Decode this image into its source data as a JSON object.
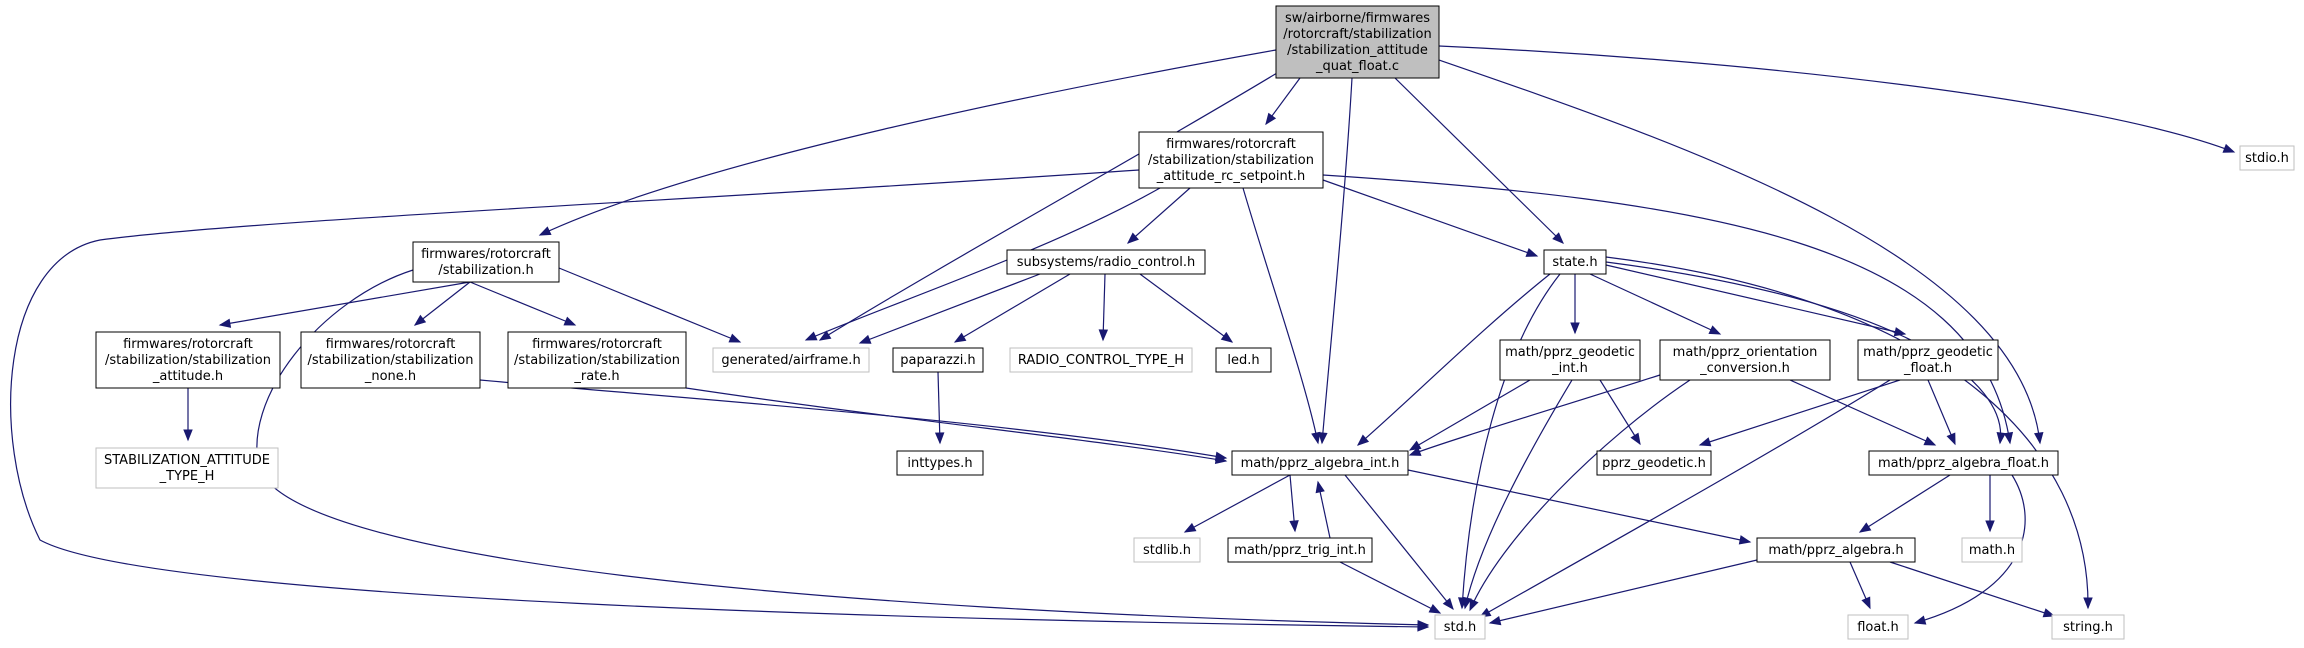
{
  "diagram": {
    "colors": {
      "edge": "#191970",
      "main_fill": "#bfbfbf",
      "node_border": "#000000",
      "external_border": "#bfbfbf"
    },
    "nodes": [
      {
        "id": "main",
        "kind": "main",
        "lines": [
          "sw/airborne/firmwares",
          "/rotorcraft/stabilization",
          "/stabilization_attitude",
          "_quat_float.c"
        ]
      },
      {
        "id": "rc_setpoint",
        "kind": "normal",
        "lines": [
          "firmwares/rotorcraft",
          "/stabilization/stabilization",
          "_attitude_rc_setpoint.h"
        ]
      },
      {
        "id": "stdio",
        "kind": "external",
        "lines": [
          "stdio.h"
        ]
      },
      {
        "id": "stabilization",
        "kind": "normal",
        "lines": [
          "firmwares/rotorcraft",
          "/stabilization.h"
        ]
      },
      {
        "id": "radio_control",
        "kind": "normal",
        "lines": [
          "subsystems/radio_control.h"
        ]
      },
      {
        "id": "state",
        "kind": "normal",
        "lines": [
          "state.h"
        ]
      },
      {
        "id": "stab_attitude",
        "kind": "normal",
        "lines": [
          "firmwares/rotorcraft",
          "/stabilization/stabilization",
          "_attitude.h"
        ]
      },
      {
        "id": "stab_none",
        "kind": "normal",
        "lines": [
          "firmwares/rotorcraft",
          "/stabilization/stabilization",
          "_none.h"
        ]
      },
      {
        "id": "stab_rate",
        "kind": "normal",
        "lines": [
          "firmwares/rotorcraft",
          "/stabilization/stabilization",
          "_rate.h"
        ]
      },
      {
        "id": "airframe",
        "kind": "external",
        "lines": [
          "generated/airframe.h"
        ]
      },
      {
        "id": "paparazzi",
        "kind": "normal",
        "lines": [
          "paparazzi.h"
        ]
      },
      {
        "id": "rc_type",
        "kind": "external",
        "lines": [
          "RADIO_CONTROL_TYPE_H"
        ]
      },
      {
        "id": "led",
        "kind": "normal",
        "lines": [
          "led.h"
        ]
      },
      {
        "id": "geodetic_int",
        "kind": "normal",
        "lines": [
          "math/pprz_geodetic",
          "_int.h"
        ]
      },
      {
        "id": "orientation",
        "kind": "normal",
        "lines": [
          "math/pprz_orientation",
          "_conversion.h"
        ]
      },
      {
        "id": "geodetic_float",
        "kind": "normal",
        "lines": [
          "math/pprz_geodetic",
          "_float.h"
        ]
      },
      {
        "id": "stab_att_type",
        "kind": "external",
        "lines": [
          "STABILIZATION_ATTITUDE",
          "_TYPE_H"
        ]
      },
      {
        "id": "inttypes",
        "kind": "normal",
        "lines": [
          "inttypes.h"
        ]
      },
      {
        "id": "algebra_int",
        "kind": "normal",
        "lines": [
          "math/pprz_algebra_int.h"
        ]
      },
      {
        "id": "geodetic",
        "kind": "normal",
        "lines": [
          "pprz_geodetic.h"
        ]
      },
      {
        "id": "algebra_float",
        "kind": "normal",
        "lines": [
          "math/pprz_algebra_float.h"
        ]
      },
      {
        "id": "stdlib",
        "kind": "external",
        "lines": [
          "stdlib.h"
        ]
      },
      {
        "id": "trig_int",
        "kind": "normal",
        "lines": [
          "math/pprz_trig_int.h"
        ]
      },
      {
        "id": "algebra",
        "kind": "normal",
        "lines": [
          "math/pprz_algebra.h"
        ]
      },
      {
        "id": "math",
        "kind": "external",
        "lines": [
          "math.h"
        ]
      },
      {
        "id": "std",
        "kind": "external",
        "lines": [
          "std.h"
        ]
      },
      {
        "id": "float",
        "kind": "external",
        "lines": [
          "float.h"
        ]
      },
      {
        "id": "string",
        "kind": "external",
        "lines": [
          "string.h"
        ]
      }
    ]
  }
}
